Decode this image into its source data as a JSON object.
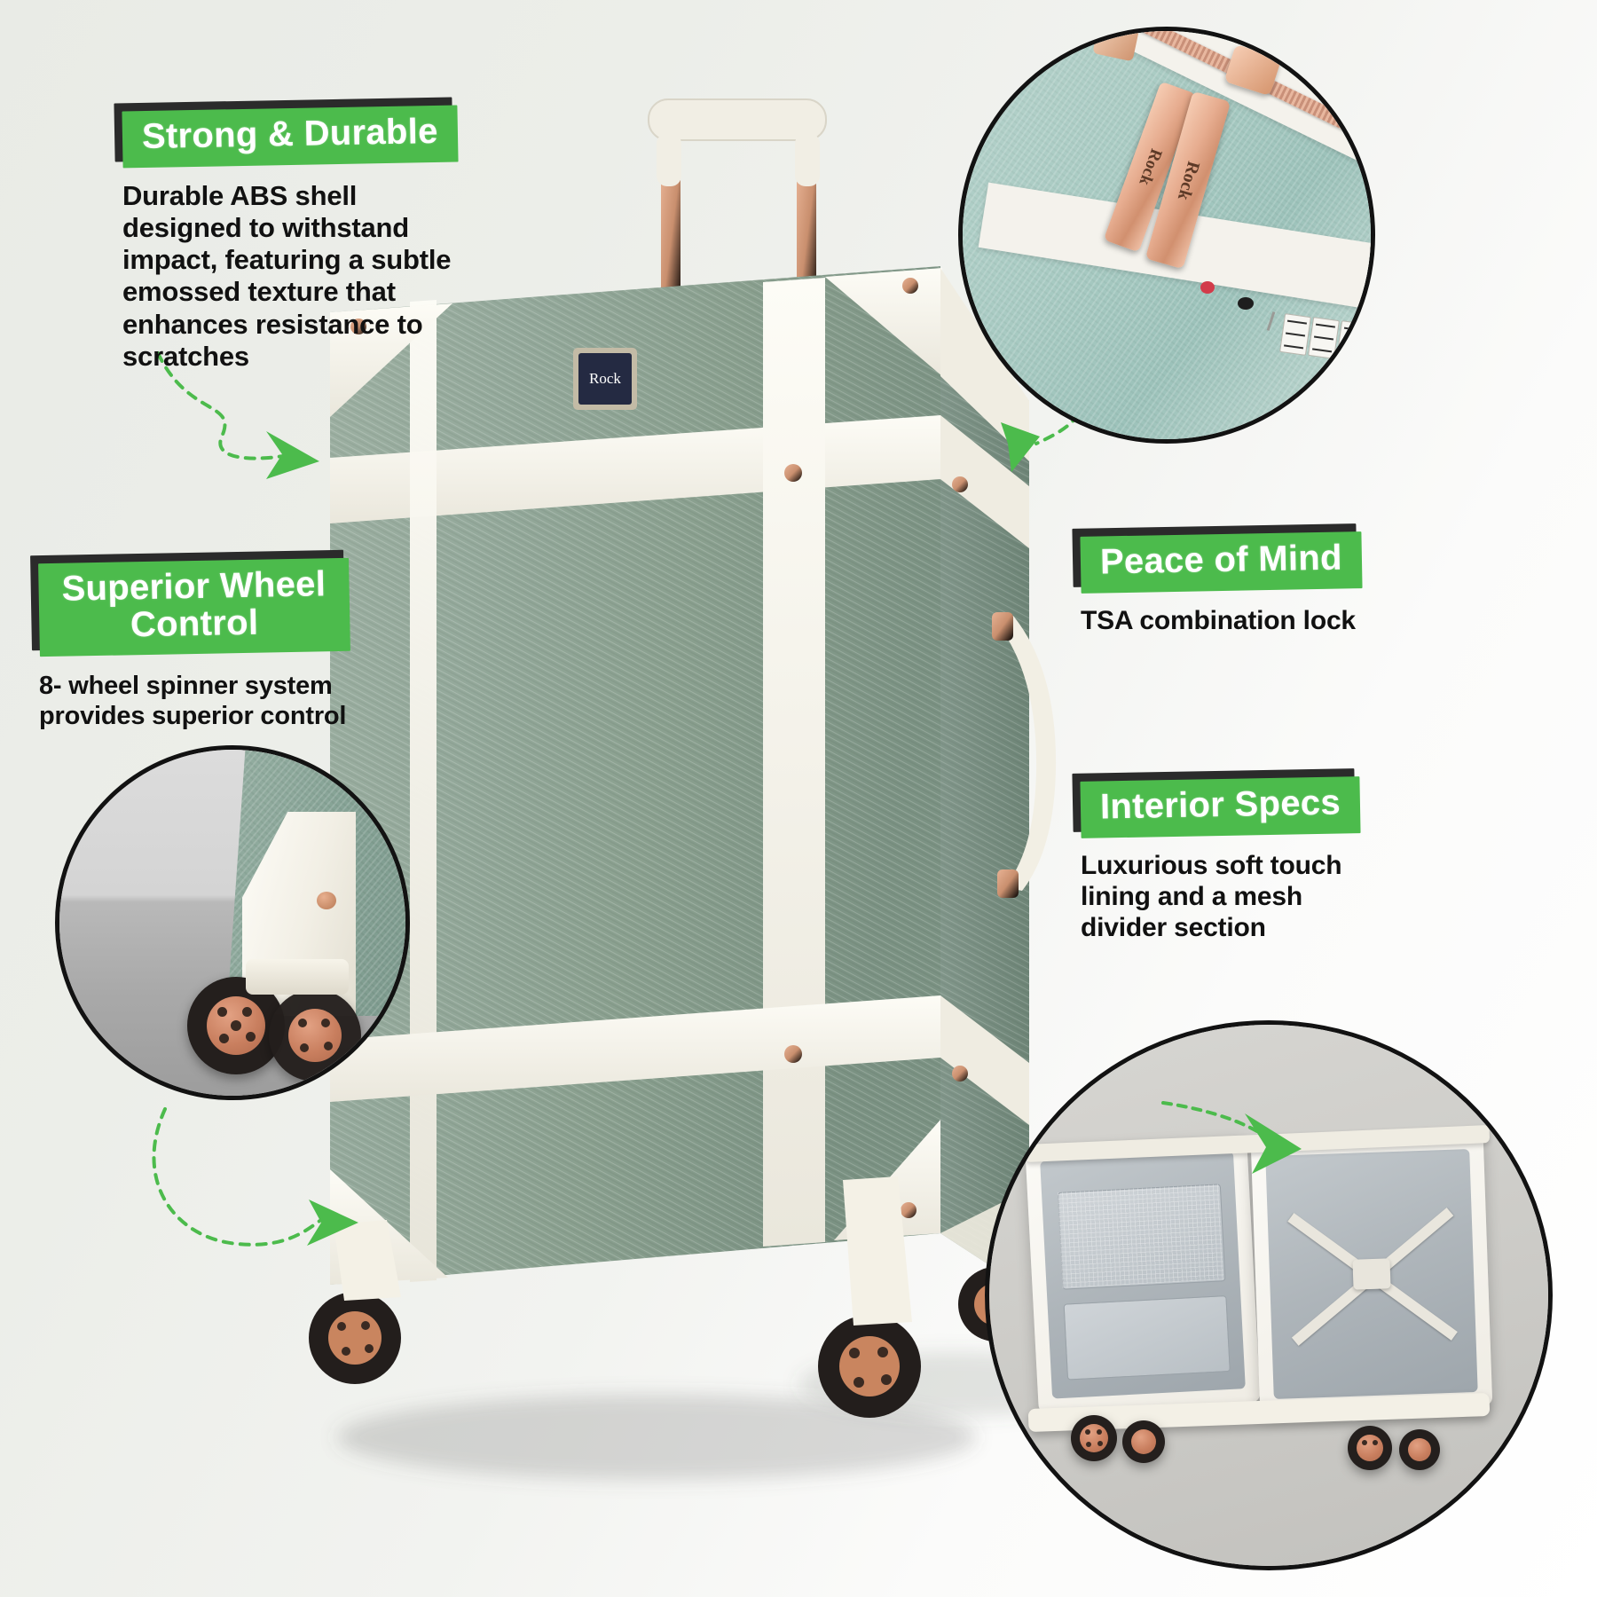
{
  "page": {
    "background_color": "#eceee9",
    "accent_green": "#4cbb4c",
    "shadow_color": "#2b2b2b",
    "brand": "Rock"
  },
  "callouts": [
    {
      "id": "strong-durable",
      "title": "Strong & Durable",
      "body": "Durable ABS shell\ndesigned to withstand\nimpact, featuring a subtle\nemossed texture that\nenhances resistance to\nscratches"
    },
    {
      "id": "superior-wheel-control",
      "title": "Superior Wheel\nControl",
      "body": "8- wheel spinner system\nprovides superior control"
    },
    {
      "id": "peace-of-mind",
      "title": "Peace of Mind",
      "body": "TSA combination lock"
    },
    {
      "id": "interior-specs",
      "title": "Interior Specs",
      "body": "Luxurious soft touch\nlining and a mesh\ndivider section"
    }
  ],
  "product": {
    "name": "Rock vintage trunk suitcase",
    "badge_text": "Rock",
    "shell_color": "#8e a396",
    "shell_color_hex": "#8ea396",
    "trim_color": "#f3f1e8",
    "hardware_color": "#c98f6e"
  },
  "insets": [
    {
      "id": "lock-detail",
      "label": "TSA lock and zip pulls close-up",
      "zip_pull_text": "Rock"
    },
    {
      "id": "wheel-detail",
      "label": "Spinner wheel close-up"
    },
    {
      "id": "interior-detail",
      "label": "Open suitcase interior close-up"
    }
  ]
}
